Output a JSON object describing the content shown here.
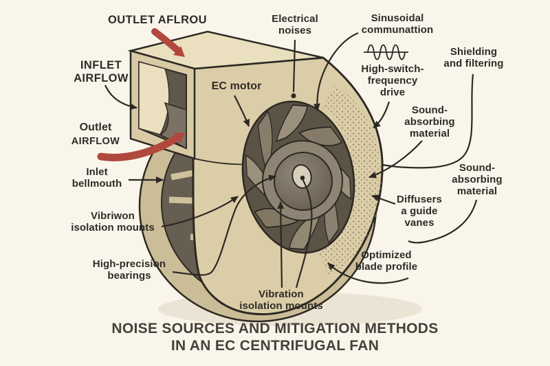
{
  "diagram": {
    "subject": "EC centrifugal fan cutaway with noise sources and mitigation methods"
  },
  "title_lines": [
    "NOISE SOURCES AND MITIGATION METHODS",
    "IN AN EC CENTRIFUGAL FAN"
  ],
  "labels": {
    "outlet_top": [
      "OUTLET AFLROU"
    ],
    "inflet": [
      "INFLET",
      "AIRFLOW"
    ],
    "outlet_left": [
      "Outlet",
      "AIRFLOW"
    ],
    "inlet_bellmouth": [
      "Inlet",
      "bellmouth"
    ],
    "vibriwon": [
      "Vibriwon",
      "isolation mounts"
    ],
    "bearings": [
      "High-precision",
      "bearings"
    ],
    "ec_motor": [
      "EC motor"
    ],
    "electrical": [
      "Electrical",
      "noises"
    ],
    "sinusoidal": [
      "Sinusoidal",
      "communattion"
    ],
    "high_switch": [
      "High-switch-",
      "frequency",
      "drive"
    ],
    "shielding": [
      "Shielding",
      "and filtering"
    ],
    "sound_absorbing_1": [
      "Sound-",
      "absorbing",
      "material"
    ],
    "sound_absorbing_2": [
      "Sound-",
      "absorbing",
      "material"
    ],
    "diffusers": [
      "Diffusers",
      "a guide",
      "vanes"
    ],
    "optimized": [
      "Optimized",
      "blade profile"
    ],
    "vibration": [
      "Vibration",
      "isolation mounts"
    ]
  },
  "icons": {
    "sine_wave": "sine-wave-icon"
  },
  "colors": {
    "bg": "#faf5eb",
    "ink": "#2c2923",
    "text": "#2e2b27",
    "title": "#45403a",
    "red": "#b0483e",
    "housing": "#dbcda7",
    "housing_back": "#cbbd97",
    "cavity_dark": "#665e50",
    "duct_top": "#eadfbe",
    "stipple": "#8a7d60"
  }
}
